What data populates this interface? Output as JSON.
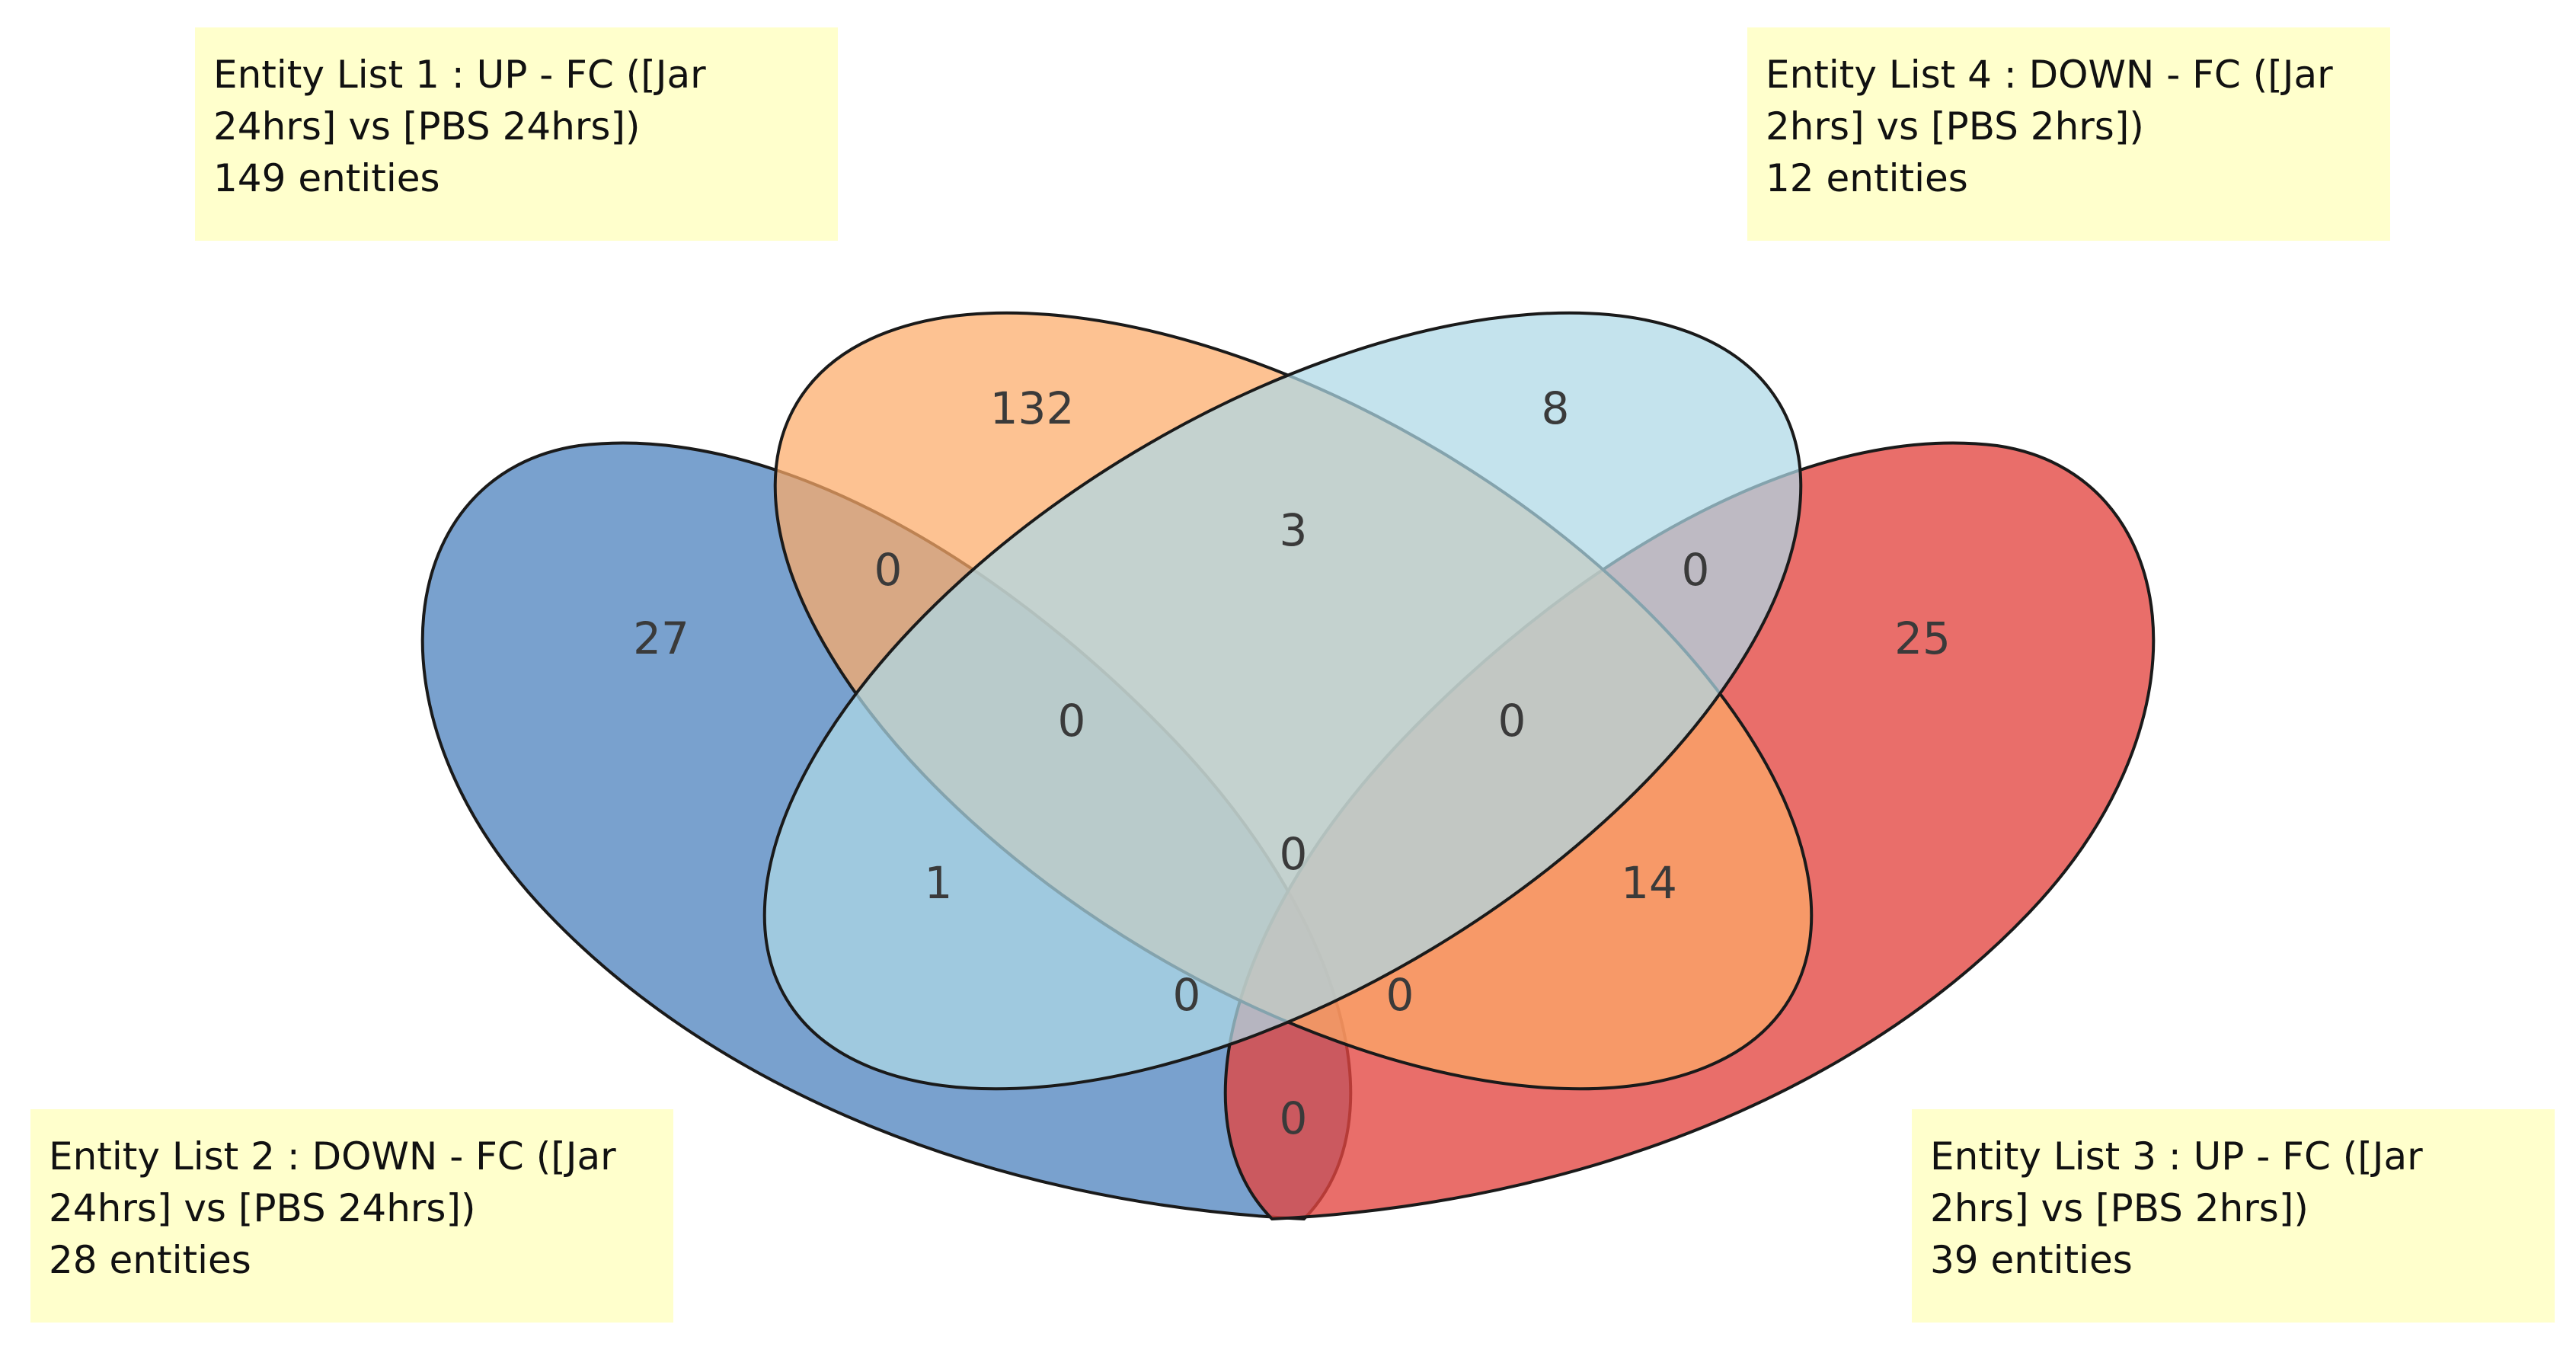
{
  "sets": [
    {
      "id": "list1",
      "color": "#fcaa68",
      "line1": "Entity List 1 : UP - FC ([Jar",
      "line2": "24hrs] vs [PBS 24hrs])",
      "count_label": "149 entities"
    },
    {
      "id": "list2",
      "color": "#5b8cc3",
      "line1": "Entity List 2 : DOWN - FC ([Jar",
      "line2": "24hrs] vs [PBS 24hrs])",
      "count_label": "28 entities"
    },
    {
      "id": "list3",
      "color": "#e34540",
      "line1": "Entity List 3 : UP - FC ([Jar",
      "line2": "2hrs] vs [PBS 2hrs])",
      "count_label": "39 entities"
    },
    {
      "id": "list4",
      "color": "#add8e6",
      "line1": "Entity List 4 : DOWN - FC ([Jar",
      "line2": "2hrs] vs [PBS 2hrs])",
      "count_label": "12 entities"
    }
  ],
  "regions": {
    "only_1": "132",
    "only_4": "8",
    "only_2": "27",
    "only_3": "25",
    "r_1_4": "3",
    "r_1_2": "0",
    "r_3_4": "0",
    "r_1_2_4": "0",
    "r_1_3_4": "0",
    "r_1_2_3_4": "0",
    "r_2_4": "1",
    "r_1_3": "14",
    "r_2_3_4": "0",
    "r_1_2_3": "0",
    "r_2_3": "0"
  },
  "colors": {
    "label_background": "#ffffcc",
    "outline": "#1a1a1a"
  }
}
